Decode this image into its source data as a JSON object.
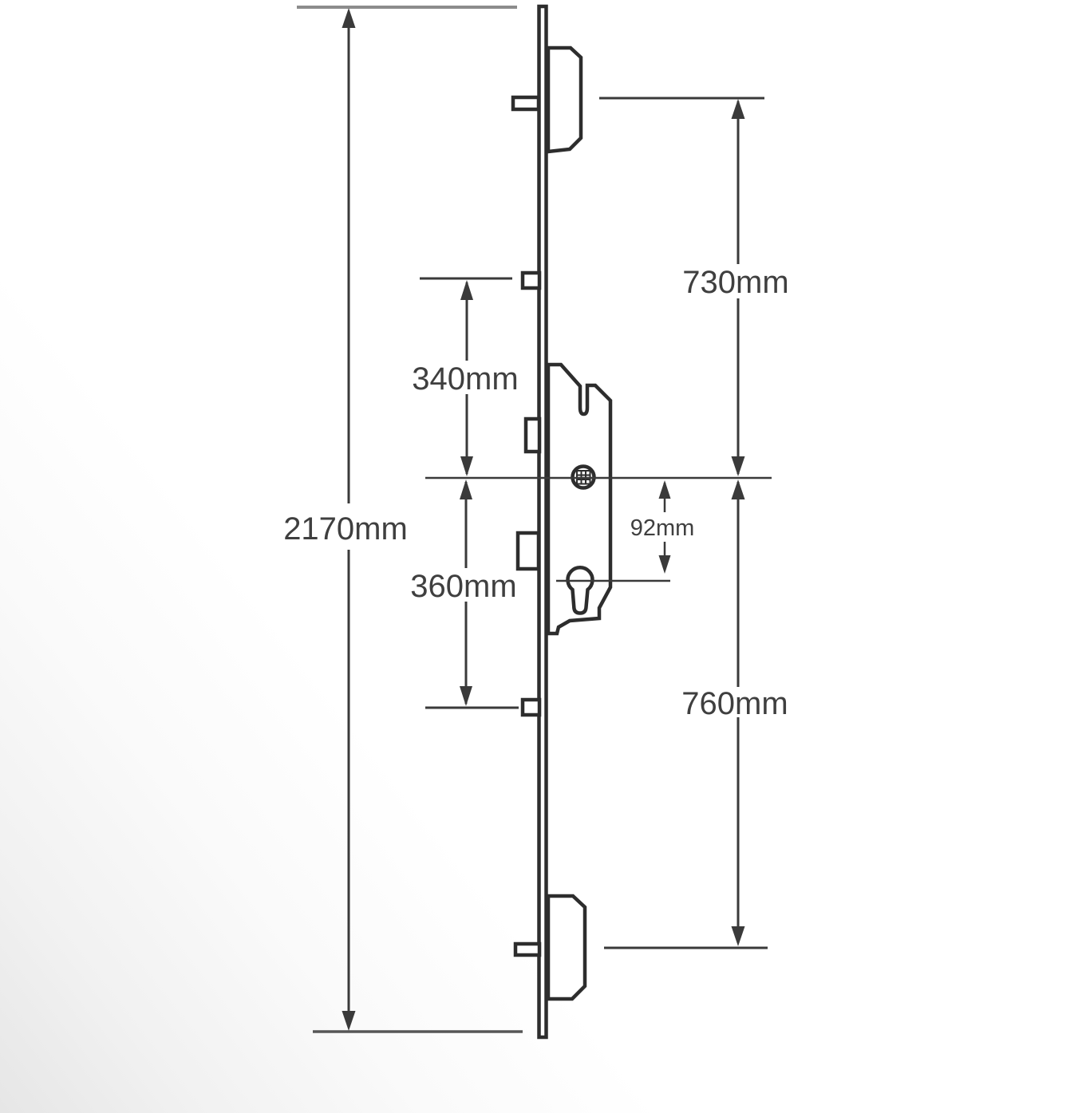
{
  "labels": {
    "overall_height": "2170mm",
    "center_to_upper_keep": "340mm",
    "center_to_lower_keep": "360mm",
    "center_to_top_hook": "730mm",
    "center_to_bottom_hook": "760mm",
    "spindle_to_cylinder": "92mm"
  },
  "colors": {
    "outline": "#2d2d2d",
    "dimension_line": "#3a3a3a",
    "reference_line": "#8c8c8c",
    "reference_dark": "#565656",
    "text": "#3f3f3f",
    "background_shade": "#e6e6e6"
  }
}
